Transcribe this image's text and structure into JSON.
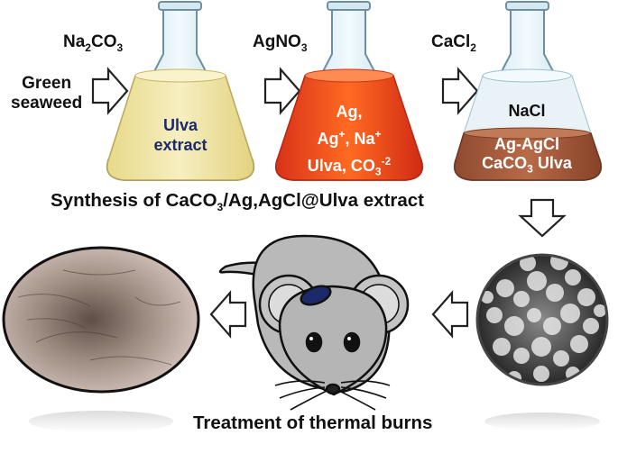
{
  "reagents": {
    "na2co3": {
      "main": "Na",
      "sub1": "2",
      "mid": "CO",
      "sub2": "3"
    },
    "agno3": {
      "main": "AgNO",
      "sub": "3"
    },
    "cacl2": {
      "main": "CaCl",
      "sub": "2"
    }
  },
  "start_label": {
    "line1": "Green",
    "line2": "seaweed"
  },
  "flask1": {
    "line1": "Ulva",
    "line2": "extract"
  },
  "flask2": {
    "line1": "Ag,",
    "line2a": "Ag",
    "line2sup": "+",
    "line2b": ", Na",
    "line2sup2": "+",
    "line3a": "Ulva, CO",
    "line3sub": "3",
    "line3sup": "-2"
  },
  "flask3": {
    "top": "NaCl",
    "line1": "Ag-AgCl",
    "line2": "CaCO",
    "line2sub": "3",
    "line2b": " Ulva"
  },
  "synthesis_title": {
    "a": "Synthesis of CaCO",
    "sub": "3",
    "b": "/Ag,AgCl@Ulva extract"
  },
  "treatment_title": "Treatment of thermal burns",
  "colors": {
    "flask1_liquid": "#f0e6a8",
    "flask2_liquid": "#f4501c",
    "flask3_top": "#e6f1f5",
    "flask3_bottom": "#a0583c",
    "mouse_body": "#b9b9b9",
    "text_navy": "#1c2a6b"
  }
}
